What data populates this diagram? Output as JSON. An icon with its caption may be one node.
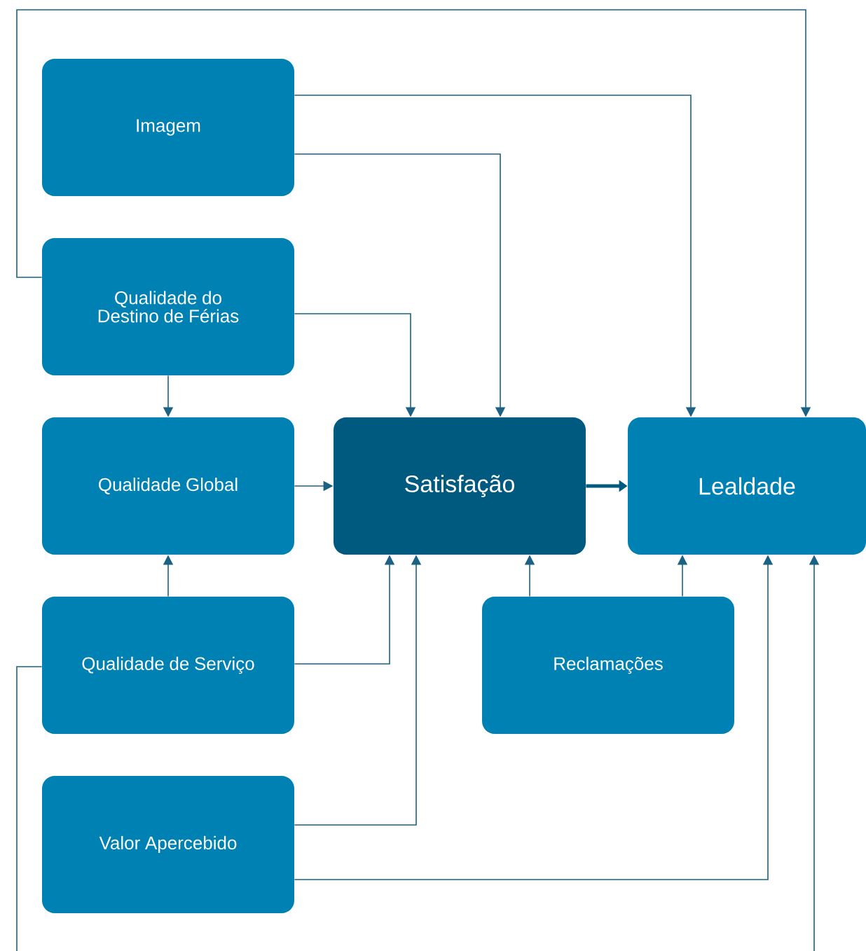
{
  "diagram": {
    "nodes": [
      {
        "text": [
          "Imagem"
        ]
      },
      {
        "text": [
          "Qualidade do Destino de Férias"
        ]
      },
      {
        "text": [
          "Qualidade Global"
        ]
      },
      {
        "text": [
          "Satisfação"
        ]
      },
      {
        "text": [
          "Lealdade"
        ]
      },
      {
        "text": [
          "Qualidade de Serviço"
        ]
      },
      {
        "text": [
          "Reclamações"
        ]
      },
      {
        "text": [
          "Valor Apercebido"
        ]
      }
    ],
    "edges": [
      {
        "from": 0,
        "to": 4,
        "arrow": "to"
      },
      {
        "from": 0,
        "to": 3,
        "arrow": "to"
      },
      {
        "from": 1,
        "to": 2,
        "arrow": "to"
      },
      {
        "from": 1,
        "to": 3,
        "arrow": "to"
      },
      {
        "from": 1,
        "to": 4,
        "arrow": "to"
      },
      {
        "from": 2,
        "to": 3,
        "arrow": "to"
      },
      {
        "from": 3,
        "to": 4,
        "arrow": "to",
        "style": "thick"
      },
      {
        "from": 5,
        "to": 2,
        "arrow": "to"
      },
      {
        "from": 5,
        "to": 3,
        "arrow": "to"
      },
      {
        "from": 5,
        "to": 4,
        "arrow": "to"
      },
      {
        "from": 6,
        "to": 3,
        "arrow": "to"
      },
      {
        "from": 6,
        "to": 4,
        "arrow": "to"
      },
      {
        "from": 7,
        "to": 3,
        "arrow": "to"
      },
      {
        "from": 7,
        "to": 4,
        "arrow": "to"
      }
    ]
  }
}
